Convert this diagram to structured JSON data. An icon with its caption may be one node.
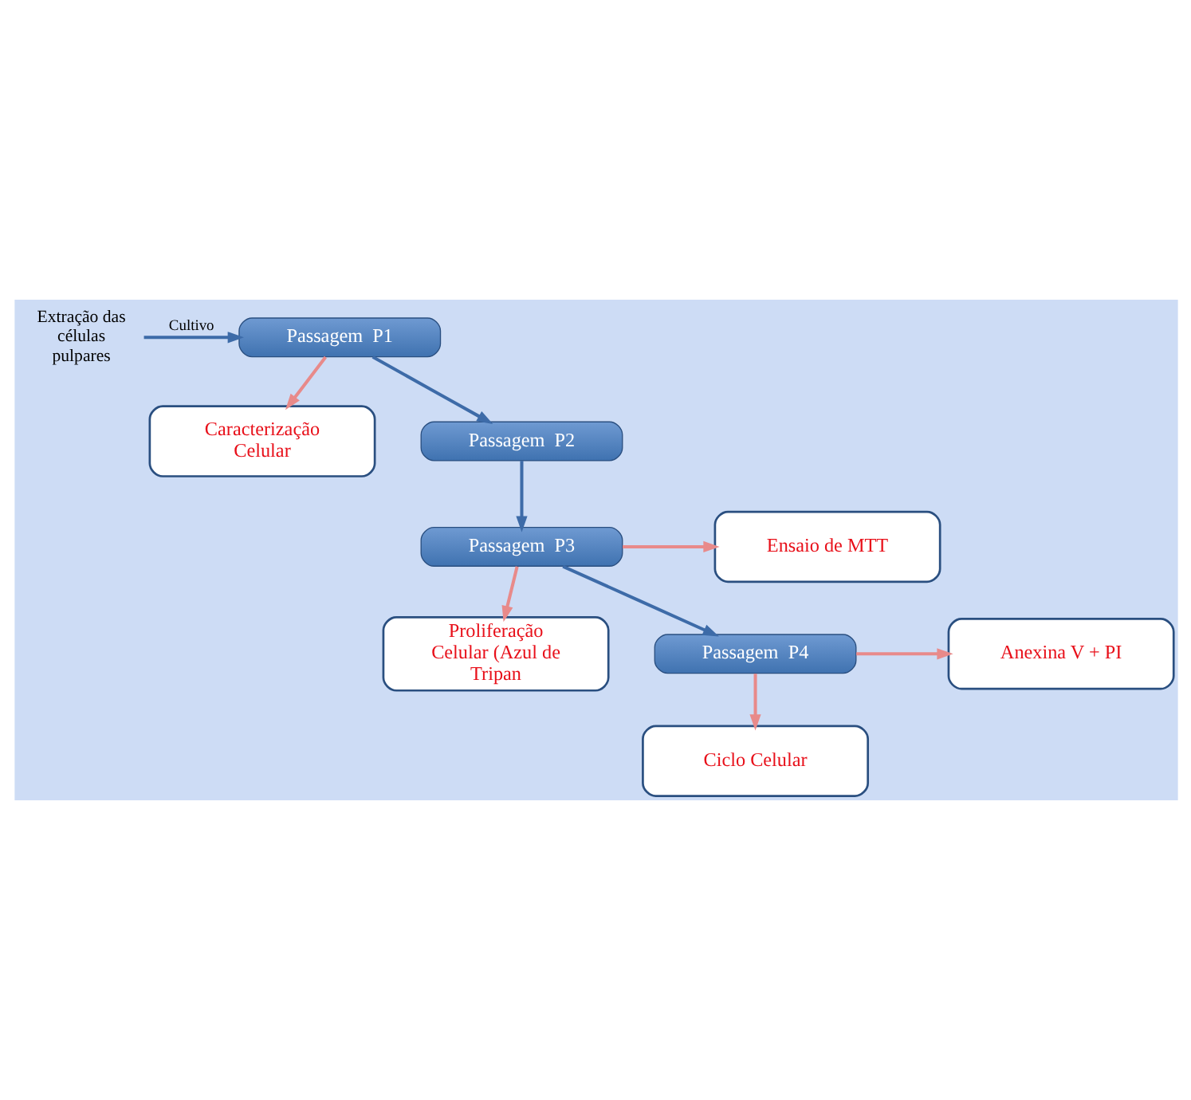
{
  "diagram": {
    "nodes": [
      {
        "text": [
          "Extração das células pulpares"
        ]
      },
      {
        "text": [
          "Passagem  P1"
        ]
      },
      {
        "text": [
          "Caracterização Celular"
        ]
      },
      {
        "text": [
          "Passagem  P2"
        ]
      },
      {
        "text": [
          "Ensaio de MTT"
        ]
      },
      {
        "text": [
          "Proliferação Celular (Azul de Tripan"
        ]
      },
      {
        "text": [
          "Passagem  P3"
        ]
      },
      {
        "text": [
          "Anexina V + PI"
        ]
      },
      {
        "text": [
          "Passagem  P4"
        ]
      },
      {
        "text": [
          "Ciclo Celular"
        ]
      }
    ],
    "edges": [
      {
        "from": 0,
        "to": 1,
        "arrow": "to",
        "label": "Cultivo",
        "color": "#3d6ba8"
      },
      {
        "from": 1,
        "to": 2,
        "arrow": "to"
      },
      {
        "from": 1,
        "to": 3,
        "arrow": "to",
        "color": "#3d6ba8"
      },
      {
        "from": 3,
        "to": 6,
        "arrow": "to",
        "color": "#3d6ba8"
      },
      {
        "from": 6,
        "to": 4,
        "arrow": "to"
      },
      {
        "from": 6,
        "to": 5,
        "arrow": "to"
      },
      {
        "from": 6,
        "to": 8,
        "arrow": "to",
        "color": "#3d6ba8"
      },
      {
        "from": 8,
        "to": 7,
        "arrow": "to"
      },
      {
        "from": 8,
        "to": 9,
        "arrow": "to"
      }
    ]
  }
}
